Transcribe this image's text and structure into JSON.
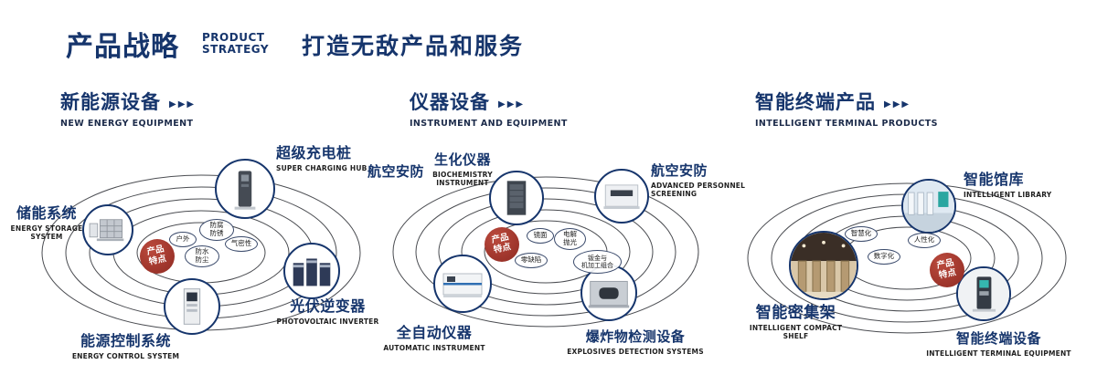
{
  "header": {
    "title": "产品战略",
    "subtitle_line1": "PRODUCT",
    "subtitle_line2": "STRATEGY",
    "tagline": "打造无敌产品和服务",
    "arrows": "▶▶▶"
  },
  "sections": [
    {
      "title": "新能源设备",
      "subtitle": "NEW ENERGY EQUIPMENT",
      "badge": "产品\n特点",
      "nodes": [
        {
          "cn": "超级充电桩",
          "en": "SUPER CHARGING HUB"
        },
        {
          "cn": "储能系统",
          "en": "ENERGY STORAGE SYSTEM"
        },
        {
          "cn": "光伏逆变器",
          "en": "PHOTOVOLTAIC INVERTER"
        },
        {
          "cn": "能源控制系统",
          "en": "ENERGY CONTROL SYSTEM"
        }
      ],
      "features": [
        "户外",
        "防腐\n防锈",
        "气密性",
        "防水\n防尘"
      ]
    },
    {
      "title": "仪器设备",
      "subtitle": "INSTRUMENT AND EQUIPMENT",
      "badge": "产品\n特点",
      "side_label": "航空安防",
      "nodes": [
        {
          "cn": "生化仪器",
          "en": "BIOCHEMISTRY INSTRUMENT"
        },
        {
          "cn": "航空安防",
          "en": "ADVANCED PERSONNEL SCREENING"
        },
        {
          "cn": "全自动仪器",
          "en": "AUTOMATIC INSTRUMENT"
        },
        {
          "cn": "爆炸物检测设备",
          "en": "EXPLOSIVES DETECTION SYSTEMS"
        }
      ],
      "features": [
        "镜面",
        "电解\n抛光",
        "零缺陷",
        "钣金与\n机加工组合"
      ]
    },
    {
      "title": "智能终端产品",
      "subtitle": "INTELLIGENT TERMINAL PRODUCTS",
      "badge": "产品\n特点",
      "nodes": [
        {
          "cn": "智能馆库",
          "en": "INTELLIGENT LIBRARY"
        },
        {
          "cn": "智能密集架",
          "en": "INTELLIGENT COMPACT SHELF"
        },
        {
          "cn": "智能终端设备",
          "en": "INTELLIGENT TERMINAL EQUIPMENT"
        }
      ],
      "features": [
        "智慧化",
        "人性化",
        "数字化"
      ]
    }
  ]
}
